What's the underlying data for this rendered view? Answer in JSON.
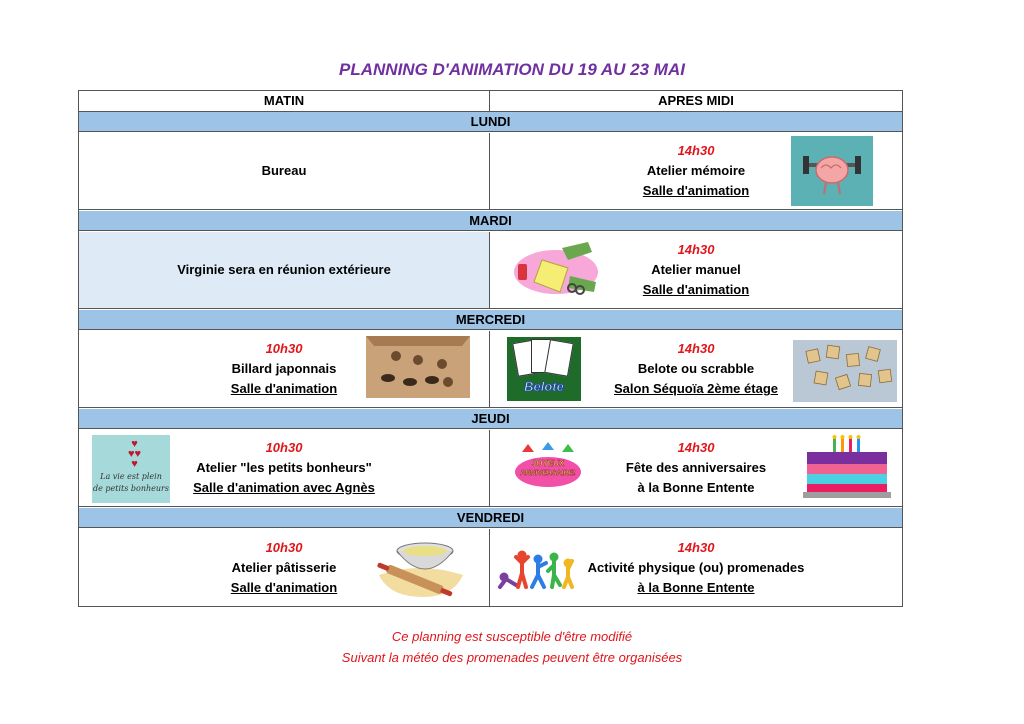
{
  "title": "PLANNING D'ANIMATION DU 19 AU 23 MAI",
  "columns": {
    "morning": "MATIN",
    "afternoon": "APRES MIDI"
  },
  "days": [
    {
      "name": "LUNDI",
      "morning": {
        "lines": [
          "Bureau"
        ]
      },
      "afternoon": {
        "time": "14h30",
        "activity": "Atelier mémoire",
        "place": "Salle d'animation",
        "picture": "brain-lifting-dumbbells-icon"
      }
    },
    {
      "name": "MARDI",
      "morning": {
        "lines": [
          "Virginie sera en réunion extérieure"
        ]
      },
      "afternoon": {
        "time": "14h30",
        "activity": "Atelier manuel",
        "place": "Salle d'animation",
        "picture": "craft-hands-scissors-icon"
      }
    },
    {
      "name": "MERCREDI",
      "morning": {
        "time": "10h30",
        "activity": "Billard japonnais",
        "place": "Salle d'animation",
        "picture": "wooden-billiard-board-icon"
      },
      "afternoon": {
        "time": "14h30",
        "activity": "Belote ou scrabble",
        "place": "Salon Séquoïa 2ème étage",
        "picture_left": "belote-cards-icon",
        "picture_left_text": "Belote",
        "picture_right": "scrabble-tiles-icon"
      }
    },
    {
      "name": "JEUDI",
      "morning": {
        "time": "10h30",
        "activity": "Atelier \"les petits bonheurs\"",
        "place": "Salle d'animation avec Agnès",
        "picture": "petits-bonheurs-card-icon",
        "picture_text": [
          "La vie est plein",
          "de petits bonheurs"
        ]
      },
      "afternoon": {
        "time": "14h30",
        "activity": "Fête des anniversaires",
        "place": "à la Bonne Entente",
        "picture_left": "joyeux-anniversaire-icon",
        "picture_left_text": [
          "JOYEUX",
          "ANNIVERSAIRE!"
        ],
        "picture_right": "birthday-cake-icon"
      }
    },
    {
      "name": "VENDREDI",
      "morning": {
        "time": "10h30",
        "activity": "Atelier pâtisserie",
        "place": "Salle d'animation",
        "picture": "pastry-bowl-rolling-pin-icon"
      },
      "afternoon": {
        "time": "14h30",
        "activity": "Activité physique (ou) promenades",
        "place": "à la Bonne Entente",
        "picture": "exercise-figures-icon"
      }
    }
  ],
  "footer": [
    "Ce planning est susceptible d'être modifié",
    "Suivant la météo des promenades peuvent être organisées"
  ],
  "colors": {
    "title": "#7030a0",
    "day_header": "#9dc3e6",
    "time": "#e0161b",
    "highlight_cell": "#deebf7"
  }
}
